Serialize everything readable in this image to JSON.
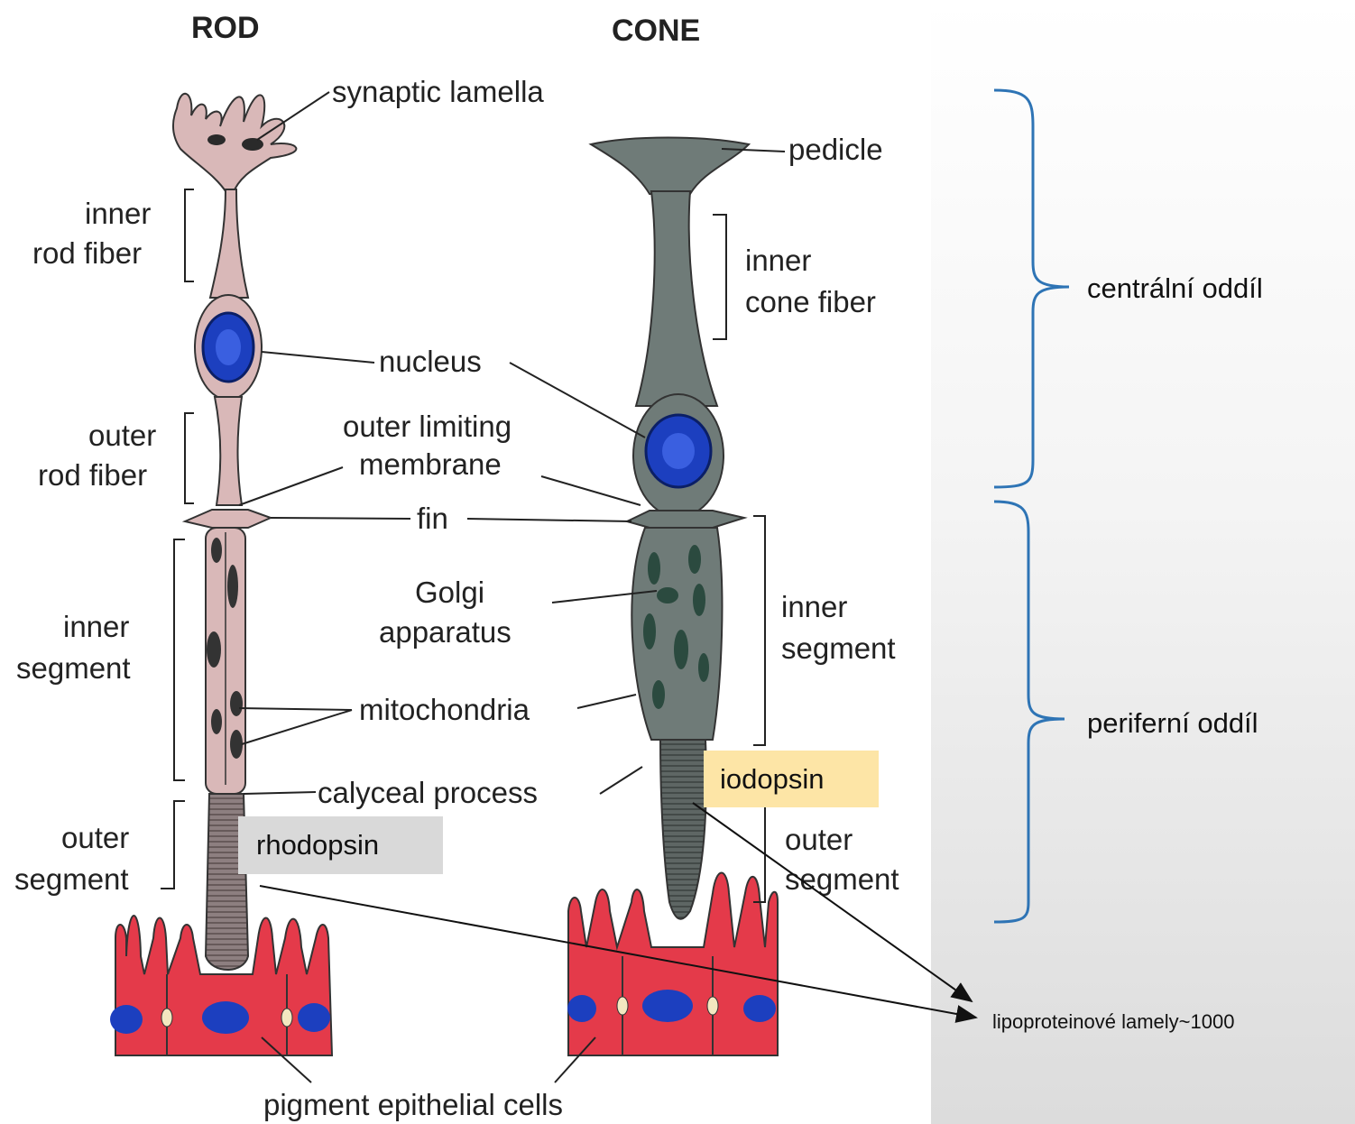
{
  "headers": {
    "rod": "ROD",
    "cone": "CONE"
  },
  "labels": {
    "synaptic_lamella": "synaptic lamella",
    "pedicle": "pedicle",
    "inner_rod_fiber_1": "inner",
    "inner_rod_fiber_2": "rod fiber",
    "inner_cone_fiber_1": "inner",
    "inner_cone_fiber_2": "cone fiber",
    "nucleus": "nucleus",
    "outer_rod_fiber_1": "outer",
    "outer_rod_fiber_2": "rod fiber",
    "outer_limiting_membrane_1": "outer limiting",
    "outer_limiting_membrane_2": "membrane",
    "fin": "fin",
    "golgi_1": "Golgi",
    "golgi_2": "apparatus",
    "rod_inner_segment_1": "inner",
    "rod_inner_segment_2": "segment",
    "cone_inner_segment_1": "inner",
    "cone_inner_segment_2": "segment",
    "mitochondria": "mitochondria",
    "calyceal_process": "calyceal process",
    "rod_outer_segment_1": "outer",
    "rod_outer_segment_2": "segment",
    "cone_outer_segment_1": "outer",
    "cone_outer_segment_2": "segment",
    "pigment_epithelial_cells": "pigment epithelial cells"
  },
  "annotations": {
    "rhodopsin": "rhodopsin",
    "iodopsin": "iodopsin",
    "central_section": "centrální oddíl",
    "peripheral_section": "periferní oddíl",
    "lipoprotein_lamellae": "lipoproteinové lamely~1000"
  },
  "colors": {
    "rod_cell": "#d9b8b8",
    "cone_cell": "#6f7b78",
    "nucleus": "#1c3fbf",
    "pigment_epithelium": "#e43a4a",
    "bracket_blue": "#2e74b5",
    "rhodopsin_box": "#d9d9d9",
    "iodopsin_box": "#fde5a6"
  }
}
